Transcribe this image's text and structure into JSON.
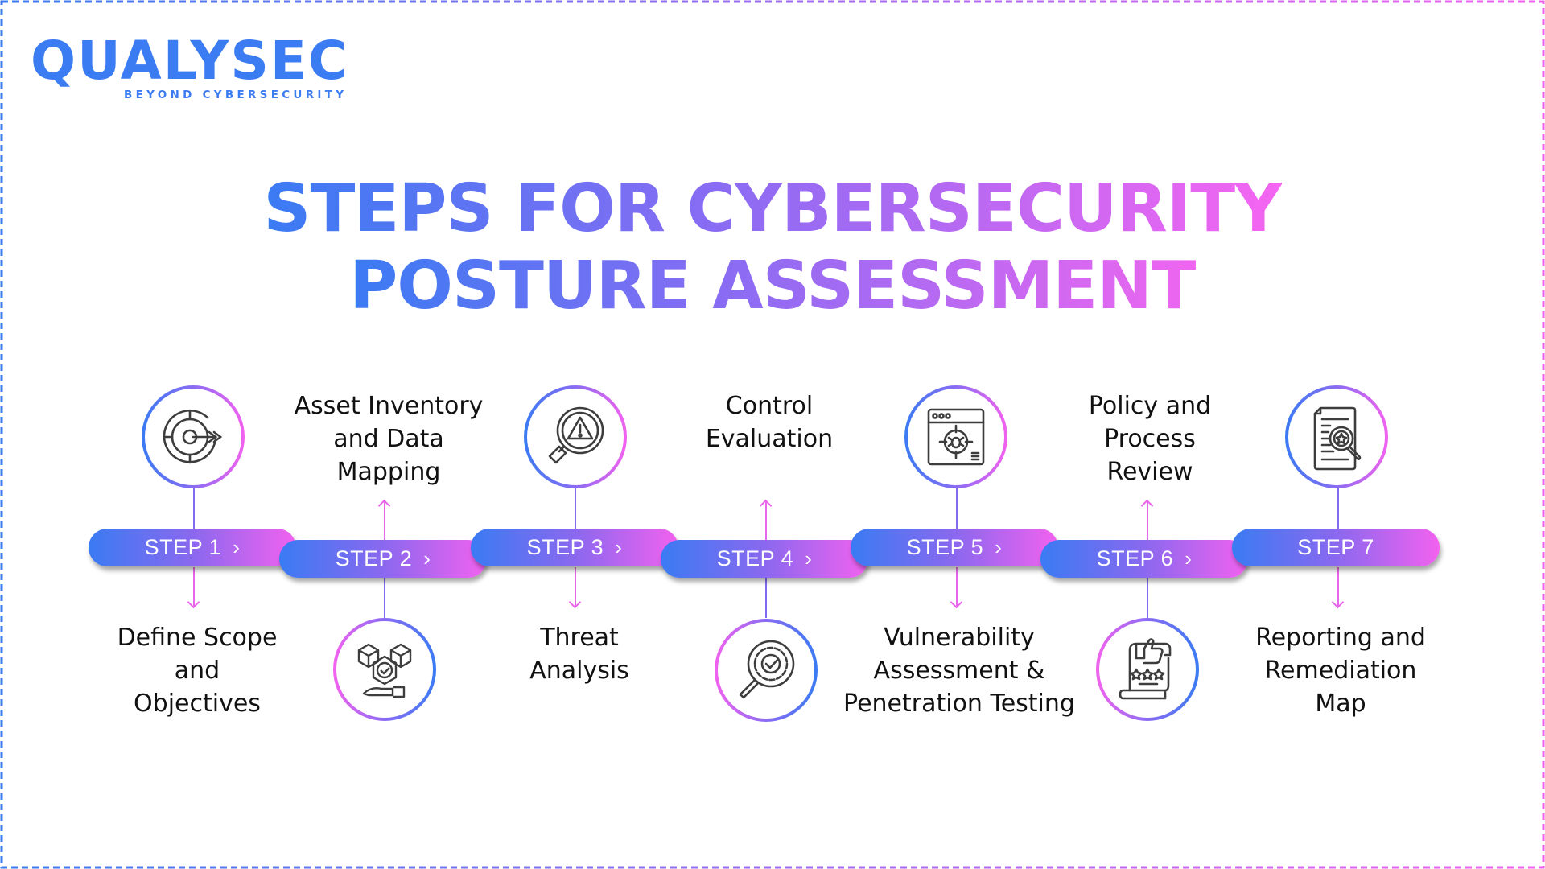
{
  "brand": {
    "name": "QUALYSEC",
    "tagline": "BEYOND CYBERSECURITY",
    "color": "#3b7cf2"
  },
  "title": {
    "line1": "STEPS FOR CYBERSECURITY",
    "line2": "POSTURE ASSESSMENT",
    "gradient": [
      "#3a7bf3",
      "#8a6cf3",
      "#f565f1"
    ]
  },
  "colors": {
    "bar_gradient": [
      "#3a7bf3",
      "#8a68ef",
      "#f262ef"
    ],
    "arrow": "#e866ea",
    "text": "#111111",
    "border_dash": [
      "#3a7bf0",
      "#f060f0"
    ]
  },
  "steps": [
    {
      "label": "STEP 1",
      "chevron": "›",
      "icon": "target-icon",
      "lines": [
        "Define Scope",
        "and",
        "Objectives"
      ]
    },
    {
      "label": "STEP 2",
      "chevron": "›",
      "icon": "asset-cubes-hand-icon",
      "lines": [
        "Asset Inventory",
        "and Data",
        "Mapping"
      ]
    },
    {
      "label": "STEP 3",
      "chevron": "›",
      "icon": "threat-magnifier-warning-icon",
      "lines": [
        "Threat",
        "Analysis"
      ]
    },
    {
      "label": "STEP 4",
      "chevron": "›",
      "icon": "gear-check-magnifier-icon",
      "lines": [
        "Control",
        "Evaluation"
      ]
    },
    {
      "label": "STEP 5",
      "chevron": "›",
      "icon": "browser-bug-target-icon",
      "lines": [
        "Vulnerability",
        "Assessment &",
        "Penetration Testing"
      ]
    },
    {
      "label": "STEP 6",
      "chevron": "›",
      "icon": "policy-thumbs-up-rating-icon",
      "lines": [
        "Policy and",
        "Process",
        "Review"
      ]
    },
    {
      "label": "STEP 7",
      "chevron": "",
      "icon": "report-magnifier-star-icon",
      "lines": [
        "Reporting and",
        "Remediation",
        "Map"
      ]
    }
  ]
}
